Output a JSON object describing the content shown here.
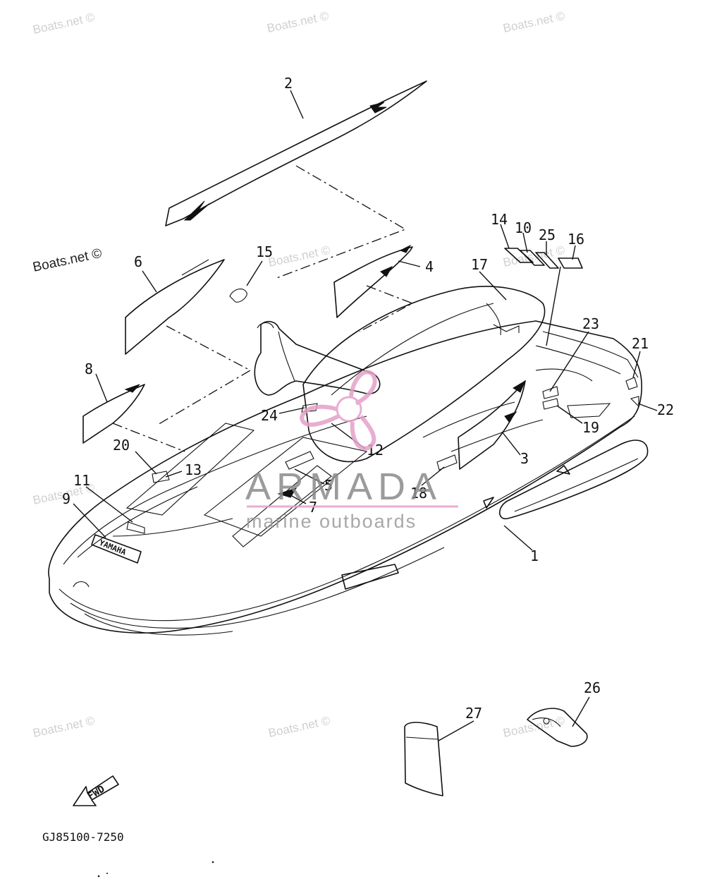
{
  "watermarks": [
    "Boats.net ©",
    "Boats.net ©",
    "Boats.net ©",
    "Boats.net ©",
    "Boats.net ©",
    "Boats.net ©",
    "Boats.net ©",
    "Boats.net ©",
    "Boats.net ©"
  ],
  "watermark_dark": "Boats.net ©",
  "logo": {
    "main": "ARMADA",
    "sub": "marine outboards",
    "accent_color": "#e4a1c8"
  },
  "callouts": [
    "1",
    "2",
    "3",
    "4",
    "5",
    "6",
    "7",
    "8",
    "9",
    "11",
    "10",
    "12",
    "13",
    "14",
    "15",
    "16",
    "17",
    "18",
    "19",
    "20",
    "21",
    "22",
    "23",
    "24",
    "25",
    "26",
    "27"
  ],
  "decal_text": "YAMAHA",
  "fwd_label": "FWD",
  "diagram_code": "GJ85100-7250"
}
